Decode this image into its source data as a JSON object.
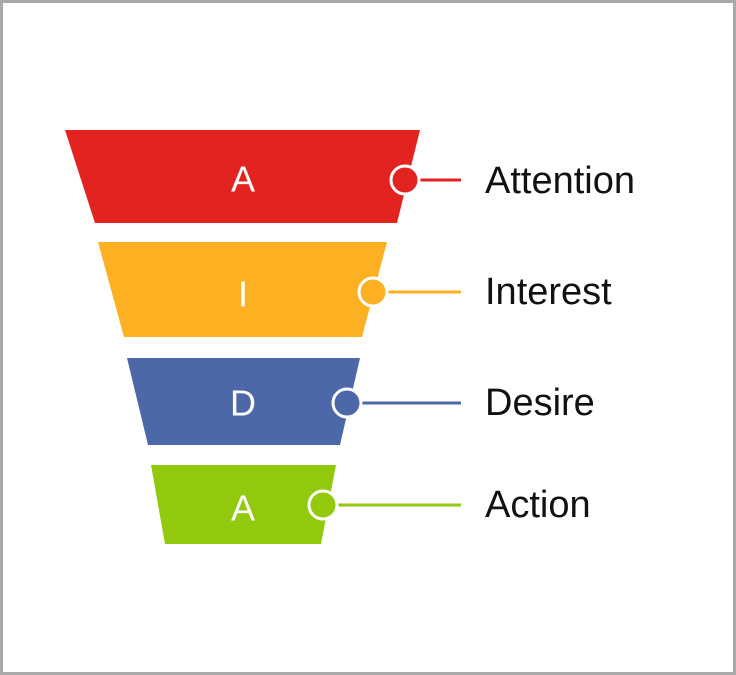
{
  "funnel": {
    "stages": [
      {
        "letter": "A",
        "label": "Attention",
        "color": "#e3231f"
      },
      {
        "letter": "I",
        "label": "Interest",
        "color": "#fdb021"
      },
      {
        "letter": "D",
        "label": "Desire",
        "color": "#4c68a8"
      },
      {
        "letter": "A",
        "label": "Action",
        "color": "#93c90d"
      }
    ]
  }
}
